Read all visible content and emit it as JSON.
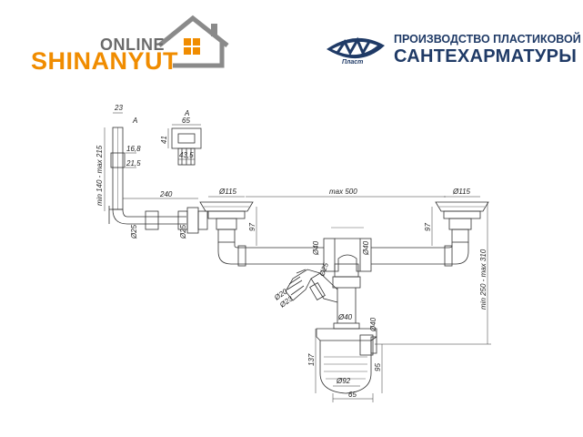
{
  "header": {
    "shop": {
      "online": "ONLINE",
      "name": "SHINANYUT"
    },
    "manufacturer": {
      "logo_sub": "Пласт",
      "line1": "ПРОИЗВОДСТВО ПЛАСТИКОВОЙ",
      "line2": "САНТЕХАРМАТУРЫ"
    }
  },
  "colors": {
    "shop_orange": "#f08c00",
    "shop_gray": "#6b6b6b",
    "brand_blue": "#1f3a66",
    "line": "#333333"
  },
  "dimensions": {
    "d23": "23",
    "view_a": "A",
    "d16_8": "16,8",
    "d21_5": "21,5",
    "range_140_215": "min 140 - max 215",
    "detail_a": "A",
    "d65_top": "65",
    "d41": "41",
    "d43_5": "43,5",
    "d240": "240",
    "d25_left": "Ø25",
    "d25_mid": "Ø25",
    "d115_left": "Ø115",
    "max500": "max 500",
    "d115_right": "Ø115",
    "d97_left": "97",
    "d97_right": "97",
    "d40_a": "Ø40",
    "d40_b": "Ø40",
    "d25_hose": "Ø25",
    "d20": "Ø20",
    "d23_hose": "Ø23",
    "range_250_310": "min 250 - max 310",
    "d40_c": "Ø40",
    "d40_d": "Ø40",
    "d137": "137",
    "d95": "95",
    "d92": "Ø92",
    "d65_bottom": "65"
  }
}
